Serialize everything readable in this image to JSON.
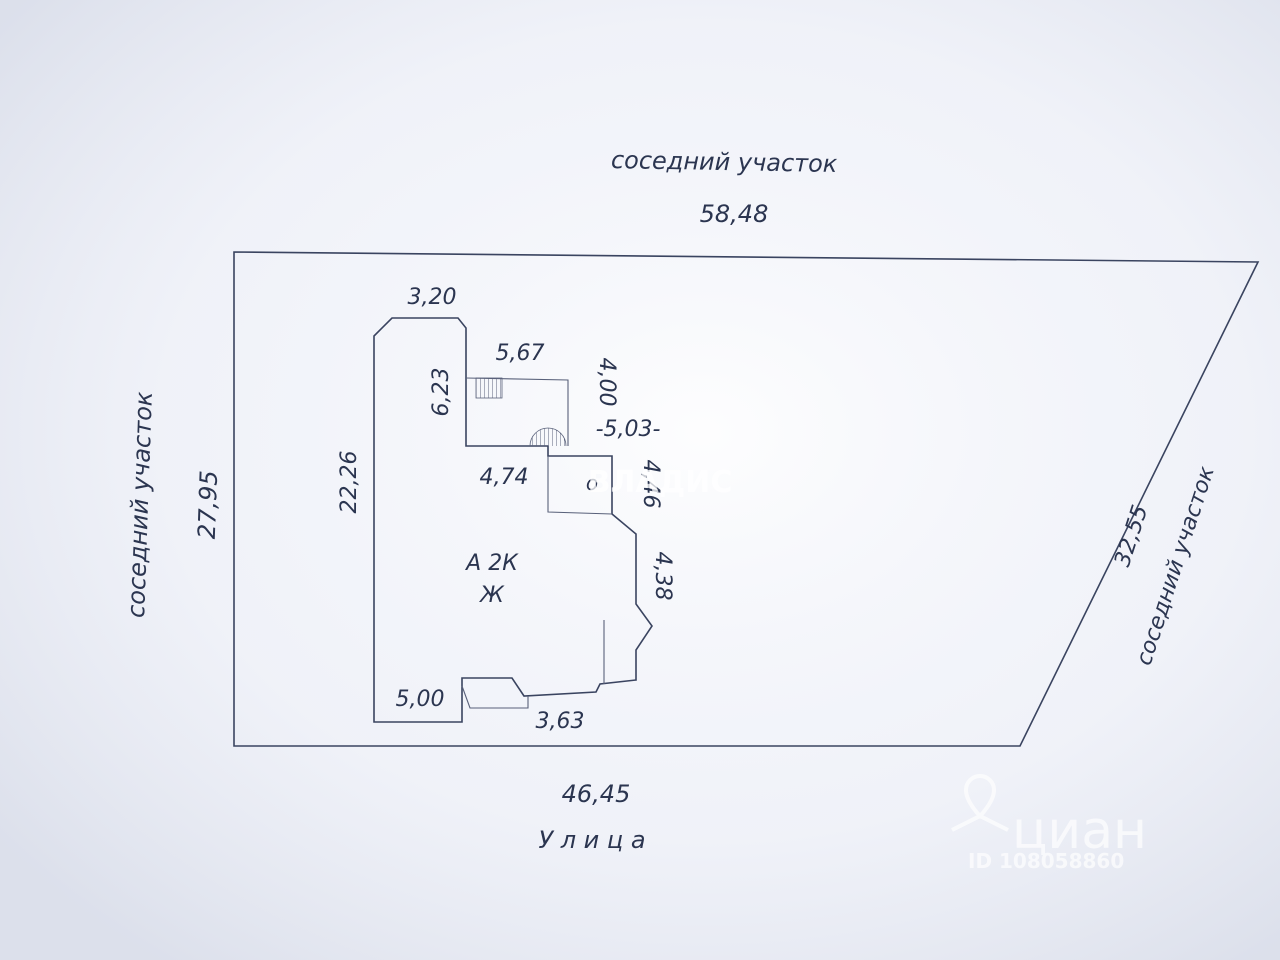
{
  "labels": {
    "top_neighbor": "соседний участок",
    "top_length": "58,48",
    "left_neighbor": "соседний участок",
    "left_length": "27,95",
    "right_length": "32,55",
    "right_neighbor": "соседний участок",
    "bottom_length": "46,45",
    "street": "У л и ц а"
  },
  "house": {
    "d_3_20": "3,20",
    "d_5_67": "5,67",
    "d_6_23": "6,23",
    "d_4_00": "4,00",
    "d_5_03": "-5,03-",
    "d_4_74": "4,74",
    "d_4_46": "4,46",
    "d_22_26": "22,26",
    "d_4_38": "4,38",
    "d_5_00": "5,00",
    "d_3_63": "3,63",
    "room_o": "о",
    "building_code": "А 2К",
    "building_type": "Ж"
  },
  "watermarks": {
    "vladis": "ВЛАДИС",
    "cian": "циан",
    "cian_id": "ID 108058860"
  },
  "colors": {
    "background": "#eef0f7",
    "line": "#3a4460",
    "text": "#2b3550"
  }
}
